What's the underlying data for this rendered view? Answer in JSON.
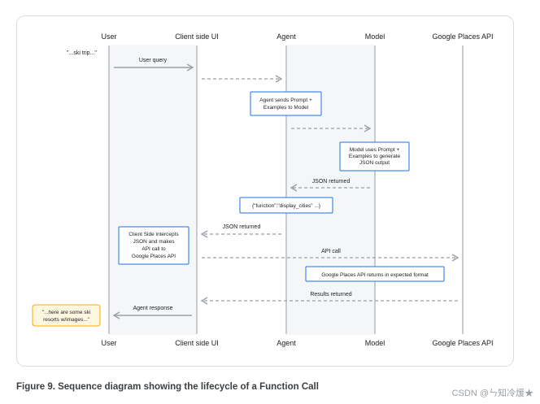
{
  "diagram": {
    "participants": [
      "User",
      "Client side UI",
      "Agent",
      "Model",
      "Google Places API"
    ],
    "notes": {
      "user_input": "\"...ski trip...\"",
      "agent_sends": [
        "Agent sends Prompt +",
        "Examples to Model"
      ],
      "model_uses": [
        "Model uses Prompt +",
        "Examples to generate",
        "JSON output"
      ],
      "function_json": "{\"function\":\"display_cities\" ...}",
      "client_intercepts": [
        "Client Side intercepts",
        "JSON and makes",
        "API call to",
        "Google Places API"
      ],
      "places_returns": "Google Places API returns in expected format",
      "user_output": [
        "\"...here are some ski",
        "resorts w/images...\""
      ]
    },
    "messages": {
      "user_query": "User query",
      "json_returned_model": "JSON returned",
      "json_returned_agent": "JSON returned",
      "api_call": "API call",
      "results_returned": "Results returned",
      "agent_response": "Agent response"
    }
  },
  "caption": "Figure 9. Sequence diagram showing the lifecycle of a Function Call",
  "watermark": "CSDN @ㄣ知冷煖★",
  "colors": {
    "box_border": "#1a73e8",
    "note_border": "#f9ab00",
    "note_fill": "#fef7e0",
    "lifeline": "#c8ccd0",
    "shade": "#f1f3f4",
    "arrow": "#9aa0a6",
    "text": "#202124"
  }
}
